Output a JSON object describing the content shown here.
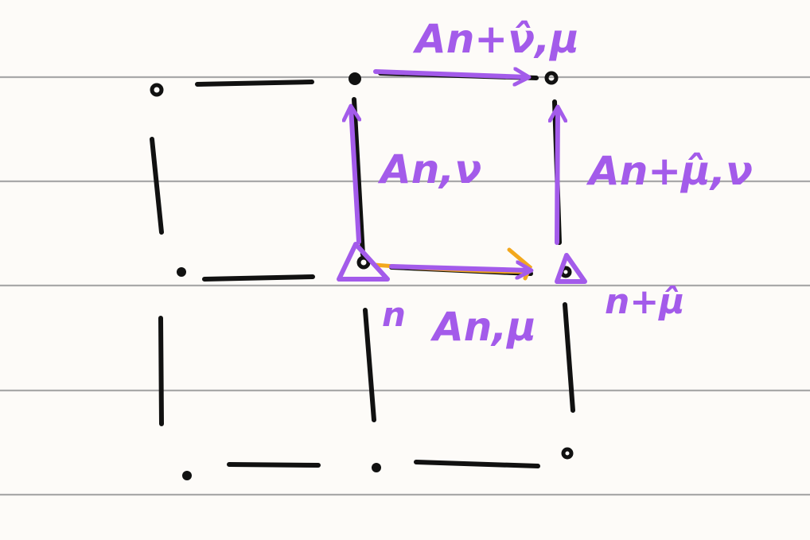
{
  "labels": {
    "top_link": "An+ν̂,μ",
    "left_link": "An,ν",
    "right_link": "An+μ̂,ν",
    "bottom_link": "An,μ",
    "site_n": "n",
    "site_n_plus_mu": "n+μ̂"
  },
  "colors": {
    "ink": "#111111",
    "highlight": "#a35bea",
    "accent": "#f2a81d",
    "paper": "#fdfbf8",
    "rule": "#a9a9a9"
  }
}
